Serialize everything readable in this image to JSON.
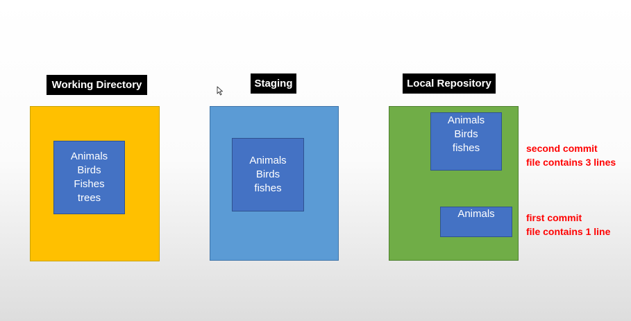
{
  "stages": {
    "working": {
      "title": "Working Directory",
      "color": "#ffc000",
      "file_lines": [
        "Animals",
        "Birds",
        "Fishes",
        "trees"
      ]
    },
    "staging": {
      "title": "Staging",
      "color": "#5b9bd5",
      "file_lines": [
        "Animals",
        "Birds",
        "fishes"
      ]
    },
    "local": {
      "title": "Local Repository",
      "color": "#70ad47",
      "commits": [
        {
          "file_lines": [
            "Animals",
            "Birds",
            "fishes"
          ],
          "note_lines": [
            "second commit",
            "file contains 3 lines"
          ]
        },
        {
          "file_lines": [
            "Animals"
          ],
          "note_lines": [
            "first commit",
            "file contains 1 line"
          ]
        }
      ]
    }
  },
  "colors": {
    "file_box": "#4472c4",
    "note_text": "#ff0000",
    "label_bg": "#000000"
  },
  "icons": {
    "cursor": "mouse-pointer-icon"
  }
}
